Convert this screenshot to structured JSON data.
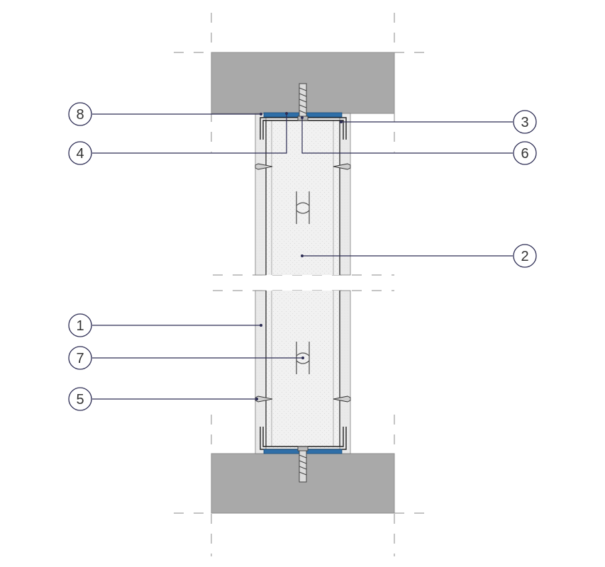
{
  "diagram": {
    "colors": {
      "slab": "#a6a6a6",
      "slab_edge": "#8c8c8c",
      "board": "#e7e7e7",
      "insulation": "#f0f0f0",
      "profile": "#2a2a2a",
      "seal": "#2f6fa8",
      "leader": "#2d2d54",
      "dash": "#8a8a8a"
    },
    "callouts": [
      {
        "id": "c8",
        "label": "8"
      },
      {
        "id": "c4",
        "label": "4"
      },
      {
        "id": "c3",
        "label": "3"
      },
      {
        "id": "c6",
        "label": "6"
      },
      {
        "id": "c2",
        "label": "2"
      },
      {
        "id": "c1",
        "label": "1"
      },
      {
        "id": "c7",
        "label": "7"
      },
      {
        "id": "c5",
        "label": "5"
      }
    ]
  }
}
